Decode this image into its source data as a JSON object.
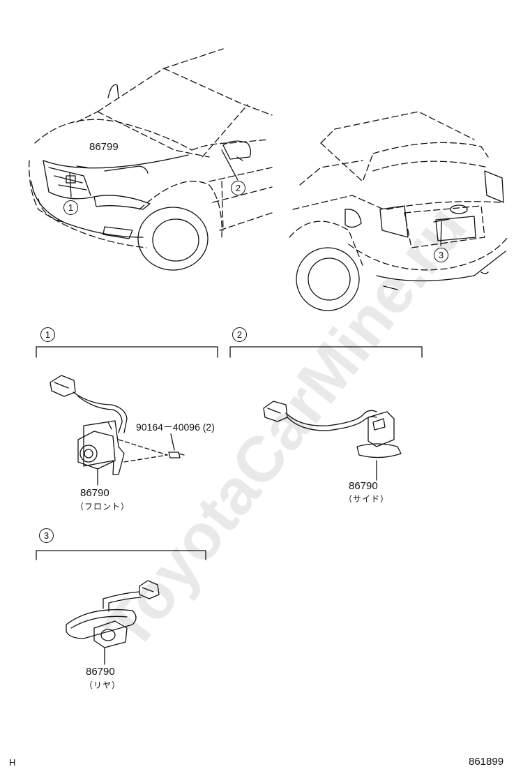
{
  "watermark": "ToyotaCarMine.ru",
  "overview": {
    "front_part_number": "86799",
    "callouts": [
      "1",
      "2",
      "3"
    ]
  },
  "sections": [
    {
      "id": "1",
      "part_number": "86790",
      "part_name": "（フロント）",
      "bolt_label": "90164－40096 (2)"
    },
    {
      "id": "2",
      "part_number": "86790",
      "part_name": "（サイド）"
    },
    {
      "id": "3",
      "part_number": "86790",
      "part_name": "（リヤ）"
    }
  ],
  "footer": {
    "left_code": "H",
    "diagram_number": "861899"
  },
  "colors": {
    "ink": "#111111",
    "watermark": "#e9e9e9"
  }
}
